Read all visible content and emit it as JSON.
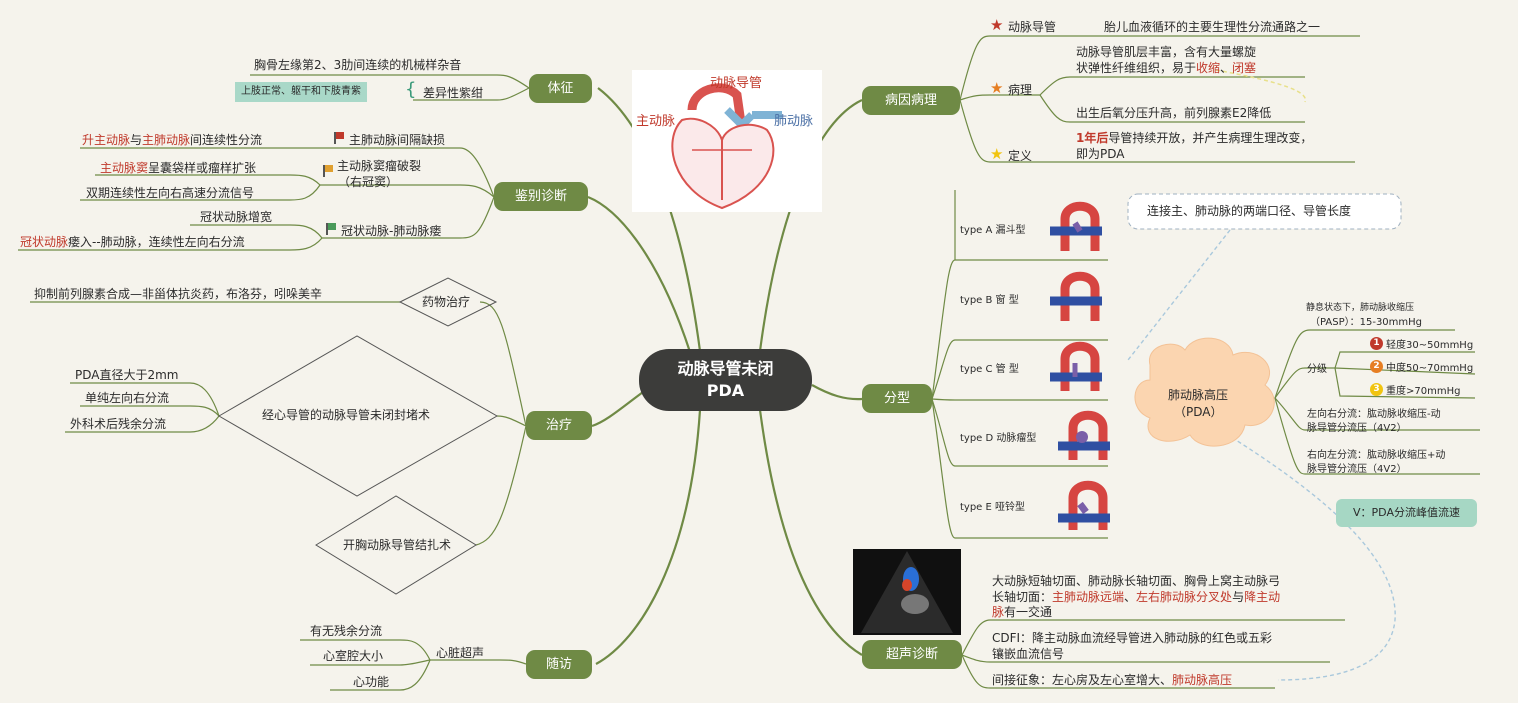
{
  "center": {
    "line1": "动脉导管未闭",
    "line2": "PDA"
  },
  "heart_image": {
    "label_ductus": "动脉导管",
    "label_aorta": "主动脉",
    "label_pa": "肺动脉"
  },
  "tizheng": {
    "title": "体征",
    "item1": "胸骨左缘第2、3肋间连续的机械样杂音",
    "item2": "差异性紫绀",
    "item2_note": "上肢正常、躯干和下肢青紫"
  },
  "jianbie": {
    "title": "鉴别诊断",
    "group1": {
      "label": "主肺动脉间隔缺损",
      "desc_part1": "升主动脉",
      "desc_part2": "与",
      "desc_part3": "主肺动脉",
      "desc_part4": "间连续性分流"
    },
    "group2": {
      "label_line1": "主动脉窦瘤破裂",
      "label_line2": "（右冠窦）",
      "desc1_red": "主动脉窦",
      "desc1_rest": "呈囊袋样或瘤样扩张",
      "desc2": "双期连续性左向右高速分流信号"
    },
    "group3": {
      "label": "冠状动脉-肺动脉瘘",
      "desc1": "冠状动脉增宽",
      "desc2_red": "冠状动脉",
      "desc2_rest": "瘘入--肺动脉，连续性左向右分流"
    }
  },
  "zhiliao": {
    "title": "治疗",
    "drug": {
      "label": "药物治疗",
      "desc": "抑制前列腺素合成—非甾体抗炎药，布洛芬，吲哚美辛"
    },
    "closure": {
      "label": "经心导管的动脉导管未闭封堵术",
      "ind1": "PDA直径大于2mm",
      "ind2": "单纯左向右分流",
      "ind3": "外科术后残余分流"
    },
    "surgery": {
      "label": "开胸动脉导管结扎术"
    }
  },
  "suifang": {
    "title": "随访",
    "sub": "心脏超声",
    "items": [
      "有无残余分流",
      "心室腔大小",
      "心功能"
    ]
  },
  "bingyin": {
    "title": "病因病理",
    "def1_label": "动脉导管",
    "def1_desc": "胎儿血液循环的主要生理性分流通路之一",
    "patho_label": "病理",
    "patho_line1": "动脉导管肌层丰富，含有大量螺旋",
    "patho_line2_a": "状弹性纤维组织，易于",
    "patho_line2_b": "收缩",
    "patho_line2_c": "、",
    "patho_line2_d": "闭塞",
    "patho_line3": "出生后氧分压升高，前列腺素E2降低",
    "def_label": "定义",
    "def_line1_red": "1年后",
    "def_line1_rest": "导管持续开放，并产生病理生理改变，",
    "def_line2": "即为PDA"
  },
  "fenxing": {
    "title": "分型",
    "types": [
      "type A  漏斗型",
      "type B  窗  型",
      "type C  管  型",
      "type D  动脉瘤型",
      "type E  哑铃型"
    ],
    "note": "连接主、肺动脉的两端口径、导管长度"
  },
  "pah": {
    "cloud_line1": "肺动脉高压",
    "cloud_line2": "（PDA）",
    "rest_line1": "静息状态下，肺动脉收缩压",
    "rest_line2": "（PASP）：15-30mmHg",
    "grade_label": "分级",
    "grades": [
      "轻度30~50mmHg",
      "中度50~70mmHg",
      "重度>70mmHg"
    ],
    "grade_nums": [
      "1",
      "2",
      "3"
    ],
    "lr_line1": "左向右分流：肱动脉收缩压-动",
    "lr_line2": "脉导管分流压（4V2）",
    "rl_line1": "右向左分流：肱动脉收缩压+动",
    "rl_line2": "脉导管分流压（4V2）",
    "v_note": "V：PDA分流峰值流速"
  },
  "chaosheng": {
    "title": "超声诊断",
    "v1_line1": "大动脉短轴切面、肺动脉长轴切面、胸骨上窝主动脉弓",
    "v1_line2_a": "长轴切面：",
    "v1_line2_b": "主肺动脉远端",
    "v1_line2_c": "、",
    "v1_line2_d": "左右肺动脉分叉处",
    "v1_line2_e": "与",
    "v1_line2_f": "降主动",
    "v1_line3_a": "脉",
    "v1_line3_b": "有一交通",
    "cdfi_line1": "CDFI：降主动脉血流经导管进入肺动脉的红色或五彩",
    "cdfi_line2": "镶嵌血流信号",
    "indirect_a": "间接征象：左心房及左心室增大、",
    "indirect_b": "肺动脉高压"
  },
  "colors": {
    "node": "#6f8a45",
    "center": "#3c3c3a",
    "highlight": "#c0392b",
    "branch": "#6f8a45"
  }
}
